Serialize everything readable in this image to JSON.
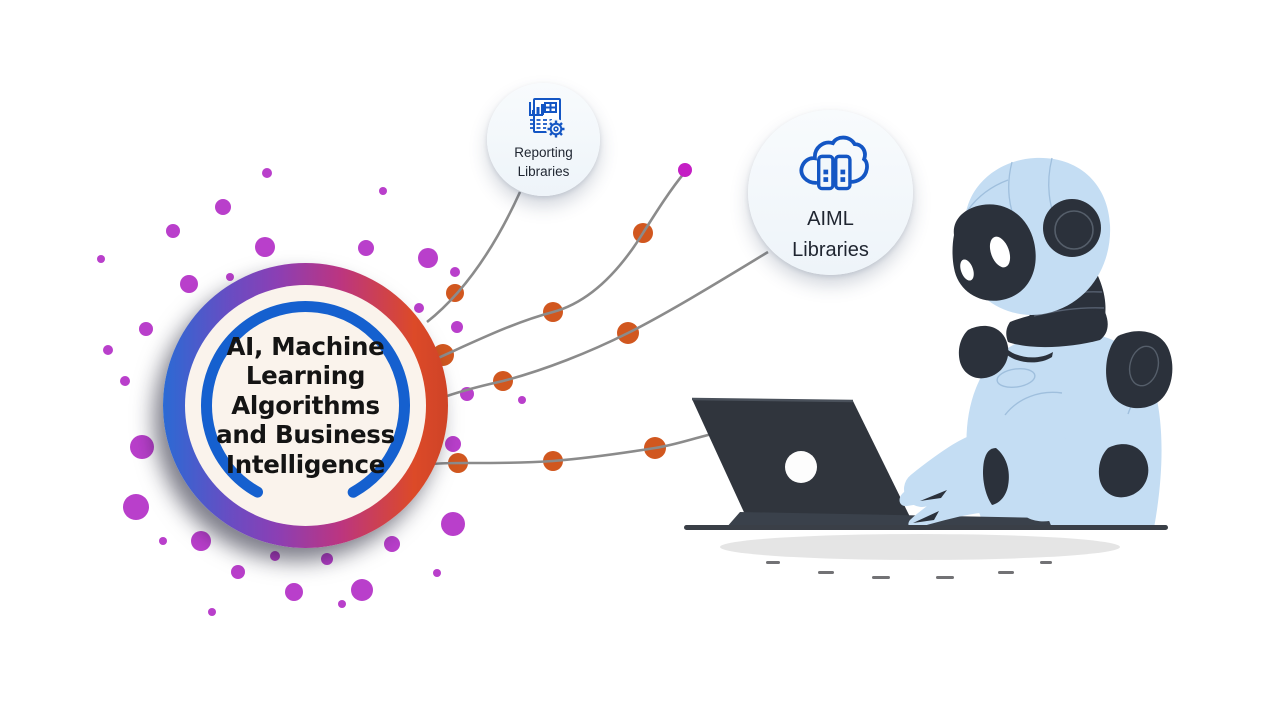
{
  "main_circle": {
    "title_lines": [
      "AI, Machine",
      "Learning",
      "Algorithms",
      "and Business",
      "Intelligence"
    ]
  },
  "nodes": {
    "reporting": {
      "label_line1": "Reporting",
      "label_line2": "Libraries",
      "icon": "report-gear-icon"
    },
    "aiml": {
      "label_line1": "AIML",
      "label_line2": "Libraries",
      "icon": "cloud-libraries-icon"
    }
  },
  "illustration": {
    "robot": "robot-typing-on-laptop",
    "laptop": "dark-laptop-with-logo"
  },
  "colors": {
    "ring_gradient_left_blue": "#2b6ad4",
    "ring_gradient_mid_purple": "#8b3fb4",
    "ring_gradient_right_red": "#dc4a28",
    "inner_circle_cream": "#faf3ec",
    "blue_arc": "#1560cf",
    "title_text": "#141414",
    "node_background": "#f2f7fb",
    "node_text": "#1f2530",
    "icon_blue": "#1456c4",
    "connector_gray": "#8b8b8b",
    "connector_dot_orange": "#d1571f",
    "scatter_dot_purple": "#b93fcb",
    "scatter_dot_magenta": "#c41fc4",
    "robot_body_blue": "#c4ddf3",
    "robot_dark": "#2b313b",
    "laptop_dark": "#30353d",
    "desk_line": "#3a3f47"
  }
}
